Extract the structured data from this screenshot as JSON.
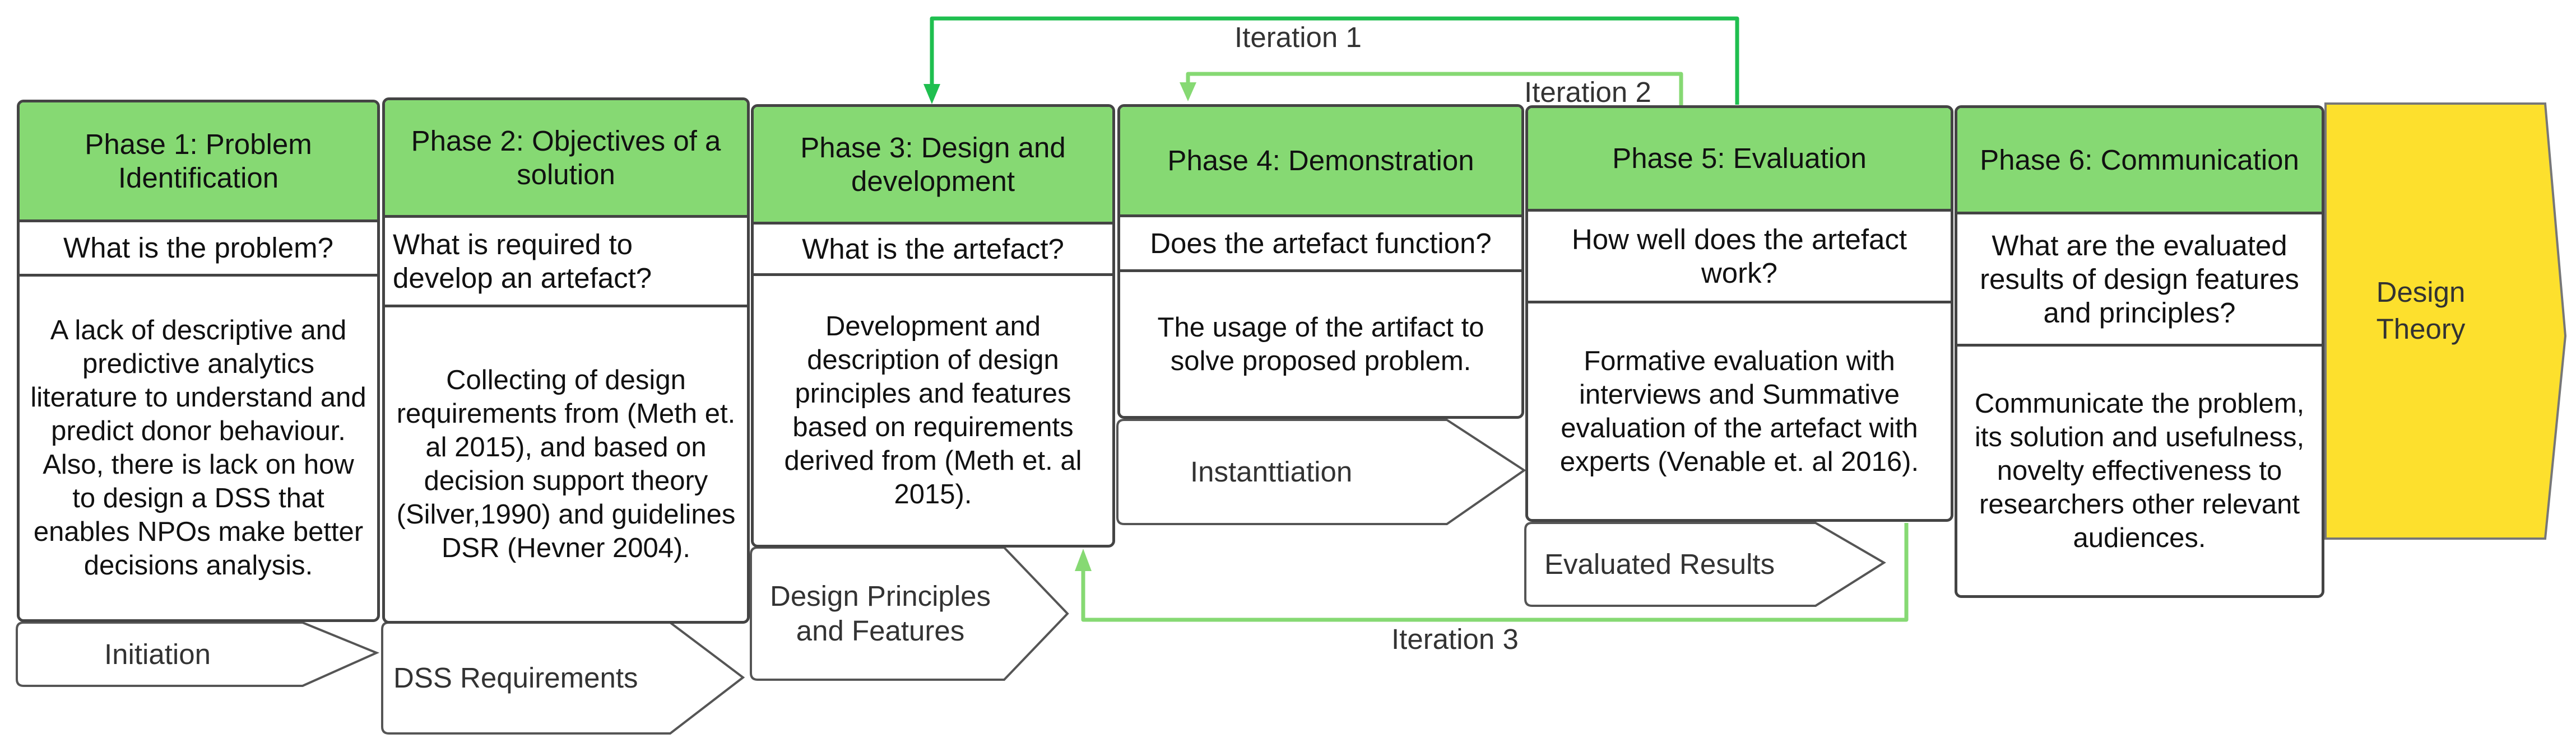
{
  "iterations": [
    "Iteration 1",
    "Iteration 2",
    "Iteration 3"
  ],
  "phases": [
    {
      "title": "Phase 1: Problem Identification",
      "question": "What is the problem?",
      "description": "A lack of descriptive and predictive analytics literature to understand and predict donor behaviour. Also, there is lack on how to design a DSS that enables NPOs make better decisions analysis.",
      "output": "Initiation"
    },
    {
      "title": "Phase 2: Objectives of a solution",
      "question": "What is required to develop an artefact?",
      "description": "Collecting of design requirements from (Meth et. al 2015), and based on decision support theory (Silver,1990) and guidelines DSR (Hevner 2004).",
      "output": "DSS Requirements"
    },
    {
      "title": "Phase 3: Design and development",
      "question": "What is the artefact?",
      "description": "Development and description of design principles and features based on requirements derived from (Meth et. al 2015).",
      "output": "Design Principles and Features"
    },
    {
      "title": "Phase 4: Demonstration",
      "question": "Does the artefact function?",
      "description": "The usage of the artifact to solve proposed problem.",
      "output": "Instanttiation"
    },
    {
      "title": "Phase 5: Evaluation",
      "question": "How well does the artefact work?",
      "description": "Formative evaluation with interviews and  Summative evaluation of the artefact with experts (Venable et. al 2016).",
      "output": "Evaluated Results"
    },
    {
      "title": "Phase 6: Communication",
      "question": "What are the evaluated results of design features and principles?",
      "description": "Communicate the problem, its solution and usefulness, novelty effectiveness to researchers other relevant audiences."
    }
  ],
  "final": "Design Theory",
  "colors": {
    "header_green": "#86d973",
    "iteration_dark_green": "#1fbf4f",
    "iteration_light_green": "#86d973",
    "theory_yellow": "#fde02d",
    "border_gray": "#444444"
  }
}
